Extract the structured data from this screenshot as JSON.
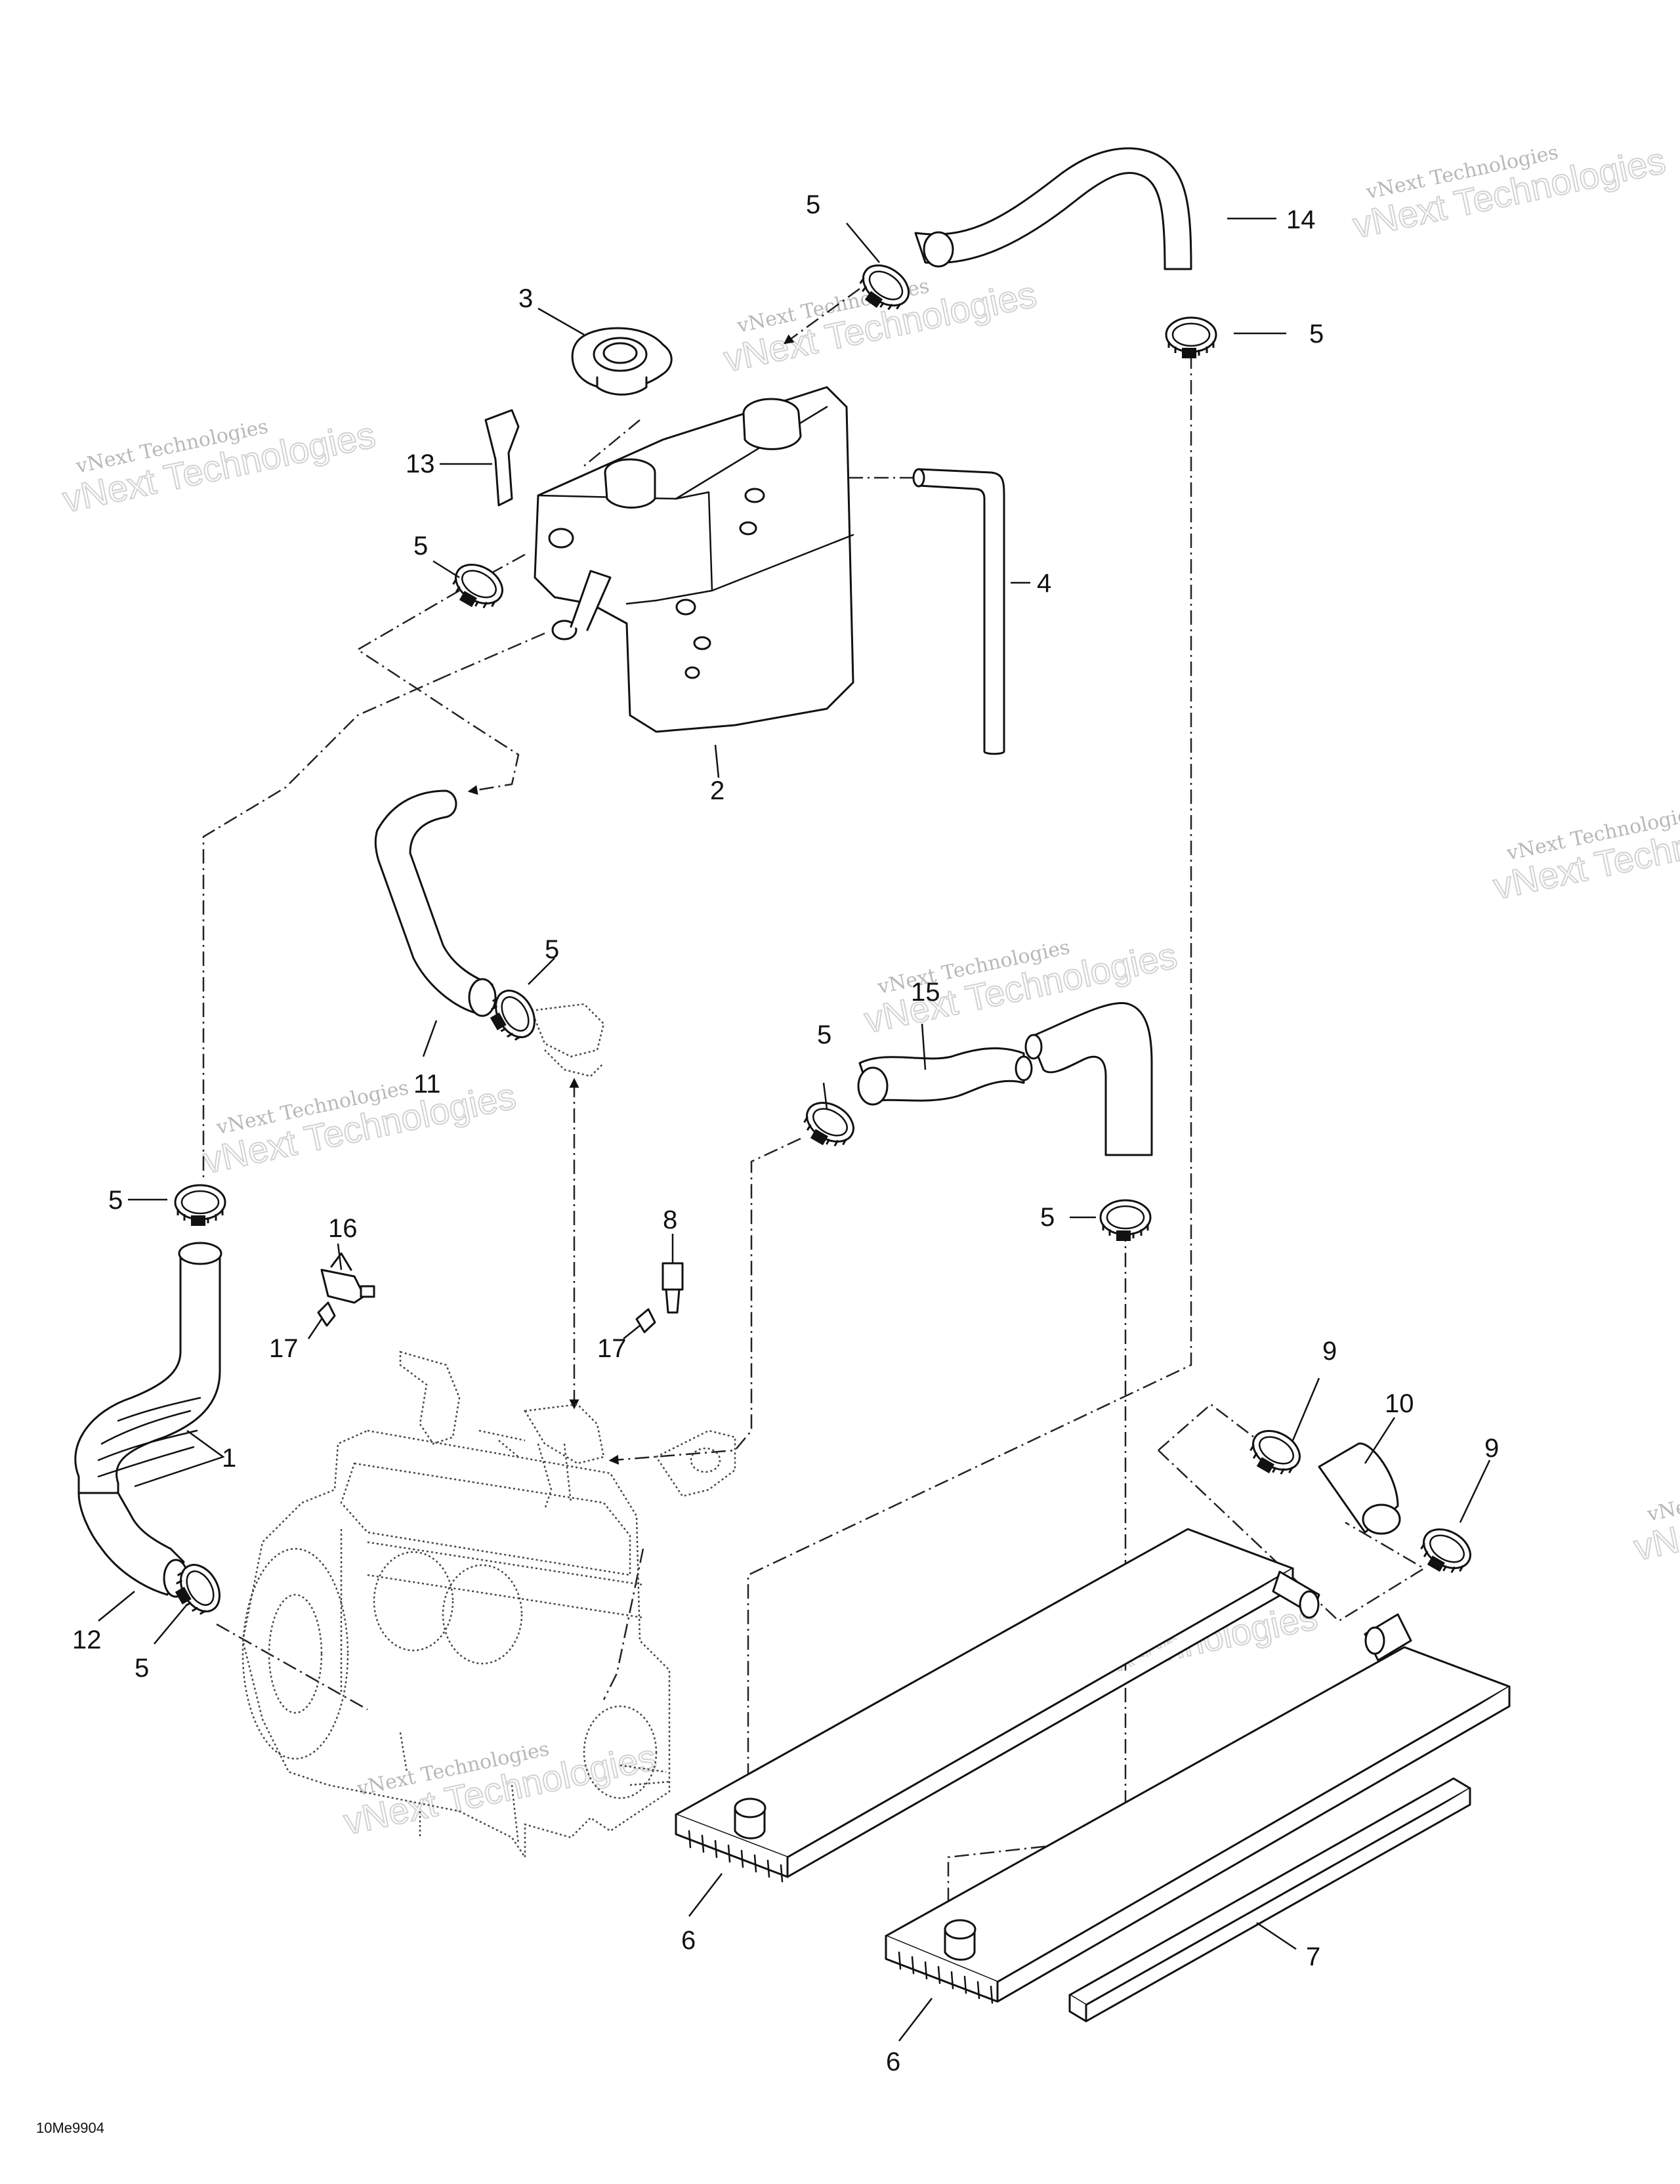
{
  "figure_code": "10Me9904",
  "watermark": {
    "line1": "vNext Technologies",
    "line2": "vNext Technologies"
  },
  "callouts": {
    "c1": "1",
    "c2": "2",
    "c3": "3",
    "c4": "4",
    "c5a": "5",
    "c5b": "5",
    "c5c": "5",
    "c5d": "5",
    "c5e": "5",
    "c5f": "5",
    "c5g": "5",
    "c5h": "5",
    "c6a": "6",
    "c6b": "6",
    "c7": "7",
    "c8": "8",
    "c9a": "9",
    "c9b": "9",
    "c10": "10",
    "c11": "11",
    "c12": "12",
    "c13": "13",
    "c14": "14",
    "c15": "15",
    "c16": "16",
    "c17a": "17",
    "c17b": "17"
  },
  "icons": {
    "clamp": "hose-clamp-icon",
    "cap": "radiator-cap-icon",
    "tank": "coolant-tank-icon",
    "engine": "engine-block-icon",
    "radiator": "radiator-icon",
    "sensor": "temperature-sensor-icon"
  }
}
